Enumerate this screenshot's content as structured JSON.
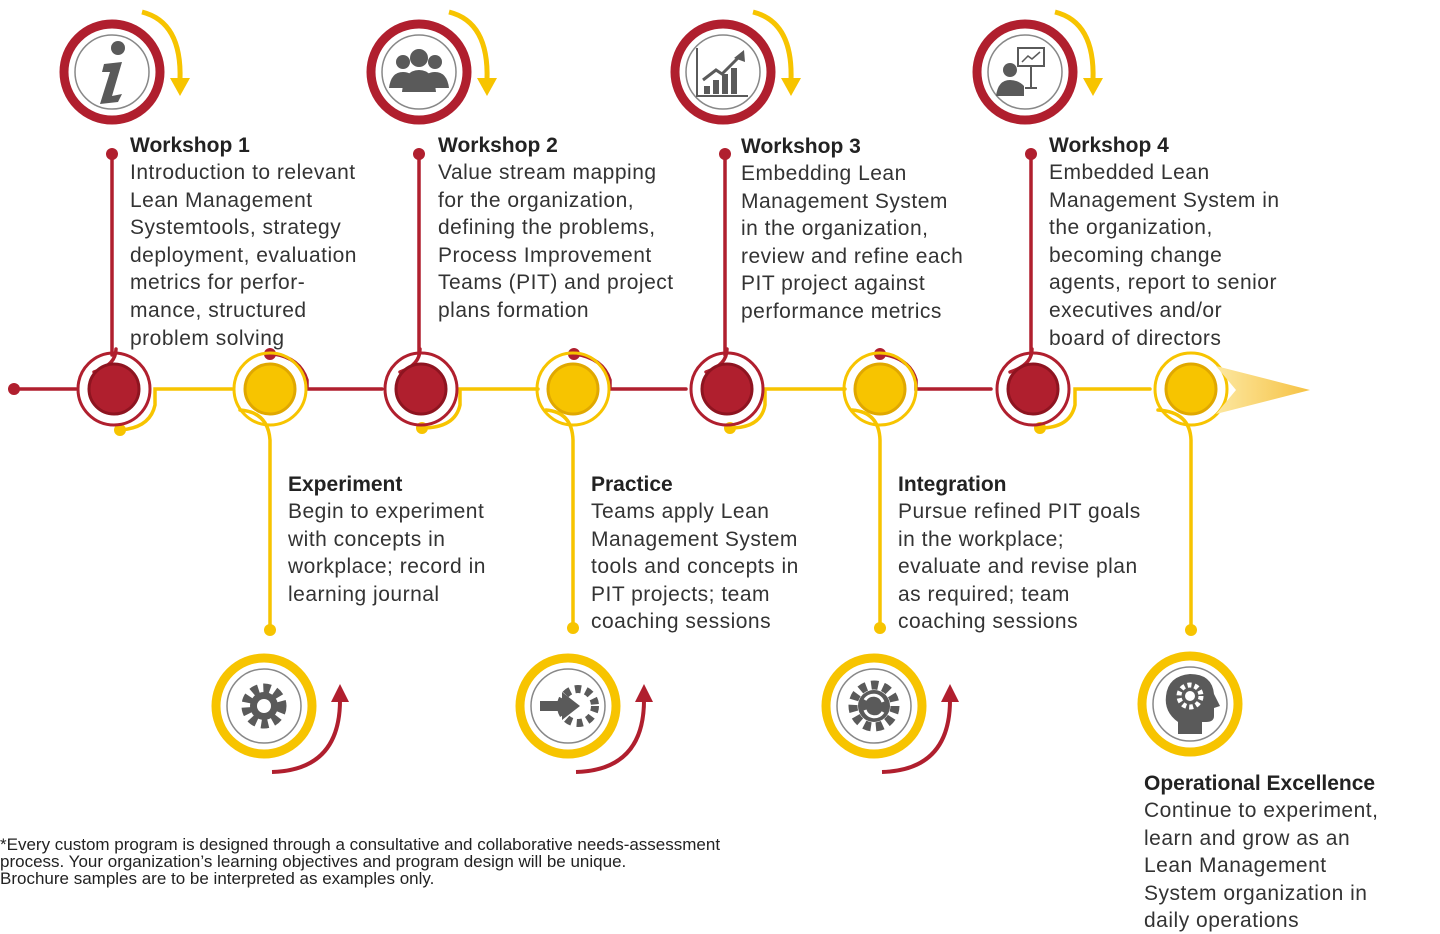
{
  "colors": {
    "red": "#B01F2E",
    "yellow": "#F7C400",
    "arrow_yellow": "#F6C244",
    "icon_gray": "#5A5A5A"
  },
  "workshops": [
    {
      "title": "Workshop 1",
      "body": "Introduction to relevant\nLean Management\nSystemtools, strategy\ndeployment, evaluation\nmetrics for perfor-\nmance, structured\nproblem solving",
      "icon": "info-icon"
    },
    {
      "title": "Workshop 2",
      "body": "Value stream mapping\nfor the organization,\ndefining the problems,\nProcess Improvement\nTeams (PIT) and project\nplans formation",
      "icon": "team-icon"
    },
    {
      "title": "Workshop 3",
      "body": "Embedding Lean\nManagement System\nin the organization,\nreview and refine each\nPIT project against\nperformance metrics",
      "icon": "growth-chart-icon"
    },
    {
      "title": "Workshop 4",
      "body": "Embedded Lean\nManagement System in\nthe organization,\nbecoming change\nagents, report to senior\nexecutives and/or\nboard of directors",
      "icon": "presenter-icon"
    }
  ],
  "phases": [
    {
      "title": "Experiment",
      "body": "Begin to experiment\nwith concepts in\nworkplace; record in\nlearning journal",
      "icon": "gear-icon"
    },
    {
      "title": "Practice",
      "body": "Teams apply Lean\nManagement System\ntools and concepts in\nPIT projects; team\ncoaching sessions",
      "icon": "arrow-gear-icon"
    },
    {
      "title": "Integration",
      "body": "Pursue refined PIT goals\nin the workplace;\nevaluate and revise plan\nas required; team\ncoaching sessions",
      "icon": "cycle-gear-icon"
    }
  ],
  "outcome": {
    "title": "Operational Excellence",
    "body": "Continue to experiment,\nlearn and grow as an\nLean Management\nSystem organization in\ndaily operations",
    "icon": "head-gear-icon"
  },
  "footnote": "*Every custom program is designed through a consultative and collaborative needs-assessment\nprocess. Your organization’s learning objectives and program design will be unique.\nBrochure samples are to be interpreted as examples only."
}
